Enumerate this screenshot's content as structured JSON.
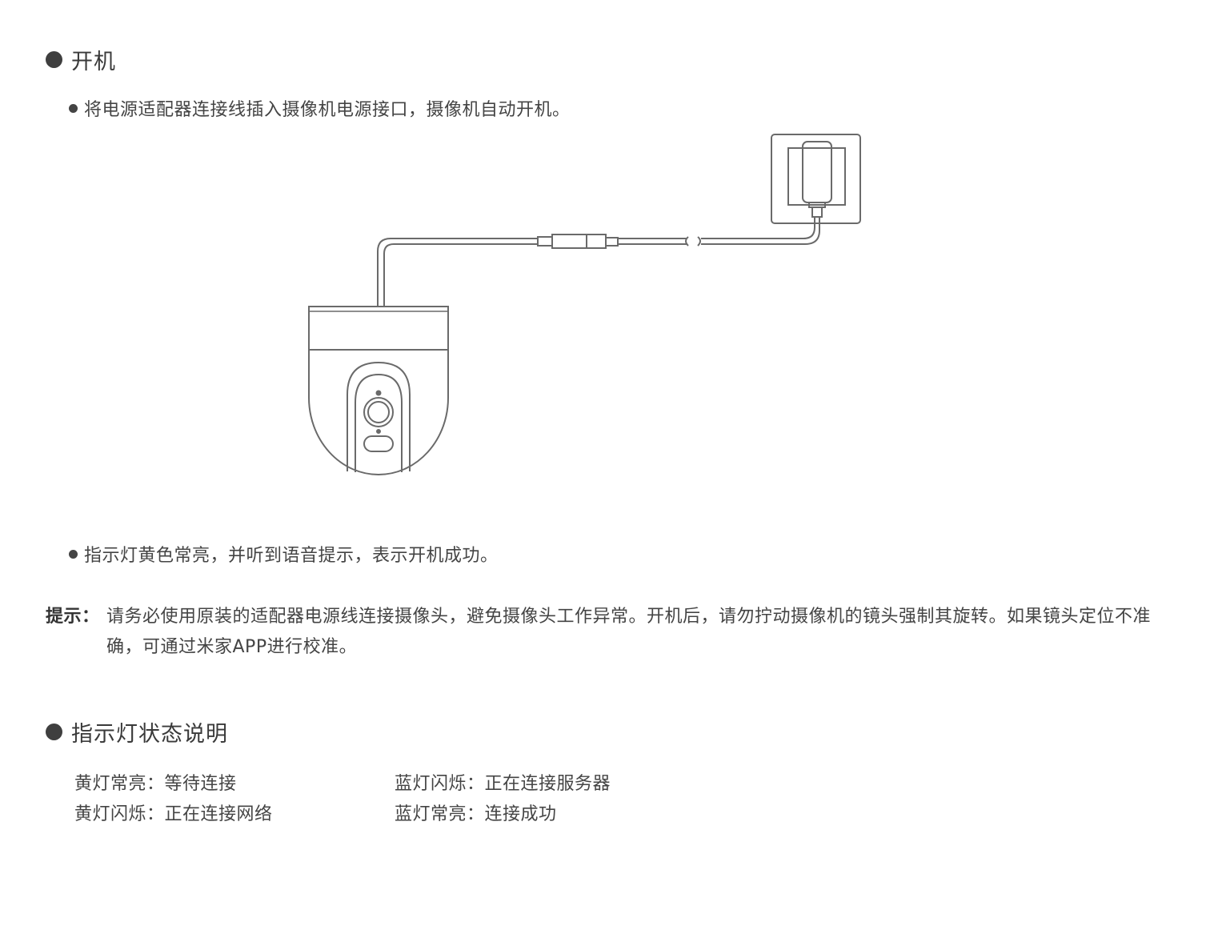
{
  "power_on": {
    "heading": "开机",
    "step1": "将电源适配器连接线插入摄像机电源接口，摄像机自动开机。",
    "step2": "指示灯黄色常亮，并听到语音提示，表示开机成功。"
  },
  "tip": {
    "label": "提示：",
    "text": "请务必使用原装的适配器电源线连接摄像头，避免摄像头工作异常。开机后，请勿拧动摄像机的镜头强制其旋转。如果镜头定位不准确，可通过米家APP进行校准。"
  },
  "indicator": {
    "heading": "指示灯状态说明",
    "items": [
      "黄灯常亮：等待连接",
      "黄灯闪烁：正在连接网络",
      "蓝灯闪烁：正在连接服务器",
      "蓝灯常亮：连接成功"
    ]
  },
  "colors": {
    "text": "#444444",
    "line_art": "#6a6a6a",
    "background": "#ffffff"
  }
}
